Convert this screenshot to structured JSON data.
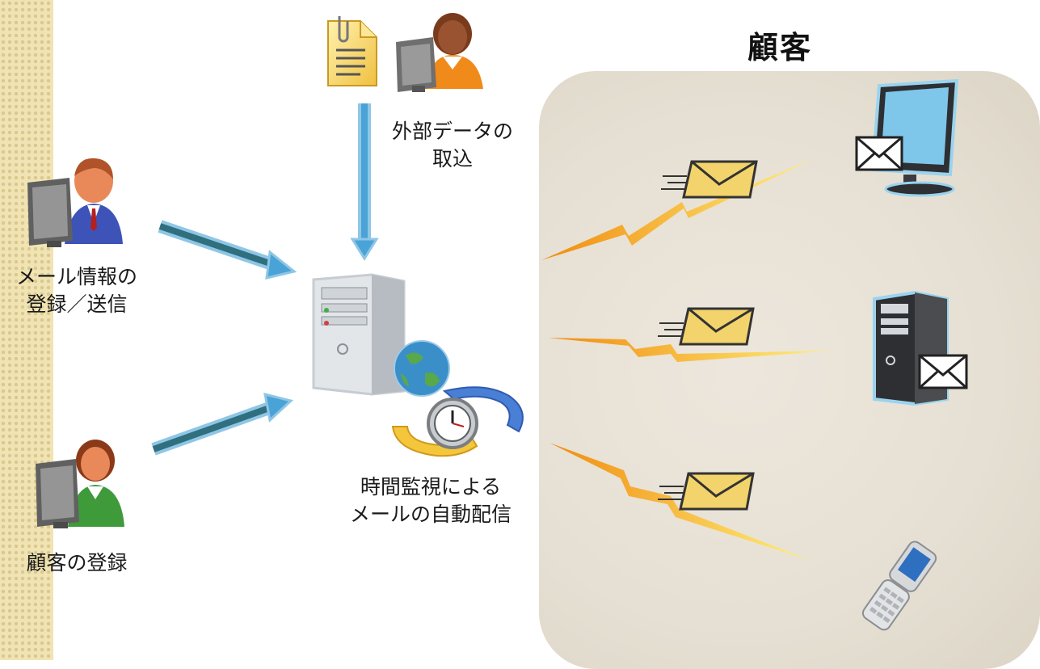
{
  "title": "顧客",
  "labels": {
    "import_line1": "外部データの",
    "import_line2": "取込",
    "mail_register_line1": "メール情報の",
    "mail_register_line2": "登録／送信",
    "customer_register": "顧客の登録",
    "auto_delivery_line1": "時間監視による",
    "auto_delivery_line2": "メールの自動配信"
  },
  "colors": {
    "arrow": "#4aa3d6",
    "arrow_dark": "#2f6f7e",
    "lightning": "#f5b41e",
    "envelope": "#f3d36b",
    "panel": "#e8e2d7"
  },
  "icons": [
    "document-icon",
    "user-female-icon",
    "user-male-icon",
    "user-green-icon",
    "server-icon",
    "globe-icon",
    "clock-refresh-icon",
    "desktop-monitor-icon",
    "tower-pc-icon",
    "flip-phone-icon",
    "envelope-icon",
    "lightning-icon"
  ]
}
